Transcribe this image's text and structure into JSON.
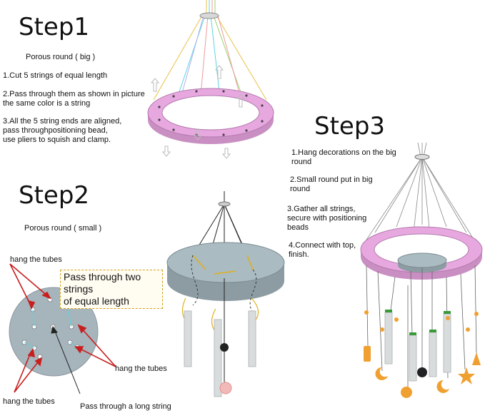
{
  "step1": {
    "title": "Step1",
    "subtitle": "Porous round ( big )",
    "instructions": [
      "1.Cut 5 strings of equal length",
      "2.Pass through them as shown in picture",
      "the same color is a string",
      "3.All the 5 string ends are aligned,",
      "pass throughpositioning bead,",
      "use pliers to squish and clamp."
    ]
  },
  "step2": {
    "title": "Step2",
    "subtitle": "Porous round ( small )",
    "callout": [
      "Pass through two strings",
      "of equal length"
    ],
    "labels": {
      "hang_tubes_top": "hang the tubes",
      "hang_tubes_right": "hang the tubes",
      "hang_tubes_bottom": "hang the tubes",
      "long_string": "Pass through a long string"
    }
  },
  "step3": {
    "title": "Step3",
    "instructions": [
      "1.Hang decorations on the big",
      "round",
      "2.Small round put in big",
      "round",
      "3.Gather all strings,",
      "secure with positioning",
      "beads",
      "4.Connect with top,",
      "finish."
    ]
  },
  "colors": {
    "ring_pink": "#e7a8e0",
    "disc_gray": "#aab8bf",
    "arrow_red": "#c81e1e",
    "tube_gray": "#d9dcdc",
    "ornament_orange": "#f0a030",
    "string_cyan": "#5fd3e0",
    "callout_border": "#d4a017"
  }
}
